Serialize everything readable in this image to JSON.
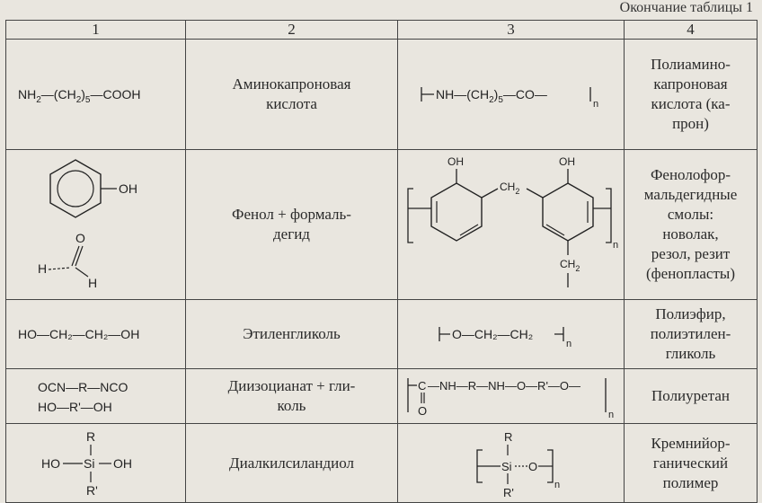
{
  "caption": "Окончание таблицы 1",
  "headers": [
    "1",
    "2",
    "3",
    "4"
  ],
  "rows": [
    {
      "reactant": {
        "parts": [
          "NH",
          "2",
          "—(CH",
          "2",
          ")",
          "5",
          "—COOH"
        ]
      },
      "name": "Аминокапроновая\nкислота",
      "polymer": {
        "a": "NH—(CH",
        "b": "2",
        "c": ")",
        "d": "5",
        "e": "—CO—",
        "n": "n"
      },
      "product": "Полиамино-\nкапроновая\nкислота (ка-\nпрон)"
    },
    {
      "reactant": {
        "oh": "OH",
        "h1": "H",
        "o": "O",
        "h2": "H"
      },
      "name": "Фенол + формаль-\nдегид",
      "polymer": {
        "oh1": "OH",
        "oh2": "OH",
        "ch2": "CH",
        "ch2sub": "2",
        "ch2b": "CH",
        "ch2bsub": "2",
        "n": "n"
      },
      "product": "Фенолофор-\nмальдегидные\nсмолы:\nноволак,\nрезол, резит\n(фенопласты)"
    },
    {
      "reactant": {
        "text": "HO—CH₂—CH₂—OH"
      },
      "name": "Этиленгликоль",
      "polymer": {
        "text": "O—CH₂—CH₂",
        "n": "n"
      },
      "product": "Полиэфир,\nполиэтилен-\nгликоль"
    },
    {
      "reactant": {
        "line1": "OCN—R—NCO",
        "line2": "HO—R'—OH"
      },
      "name": "Диизоцианат + гли-\nколь",
      "polymer": {
        "c": "C",
        "chain": "—NH—R—NH—O—R'—O—",
        "o": "O",
        "n": "n"
      },
      "product": "Полиуретан"
    },
    {
      "reactant": {
        "r": "R",
        "ho": "HO",
        "si": "Si",
        "oh": "OH",
        "r2": "R'"
      },
      "name": "Диалкилсиландиол",
      "polymer": {
        "r": "R",
        "si": "Si",
        "o": "O",
        "r2": "R'",
        "n": "n"
      },
      "product": "Кремнийор-\nганический\nполимер"
    }
  ]
}
